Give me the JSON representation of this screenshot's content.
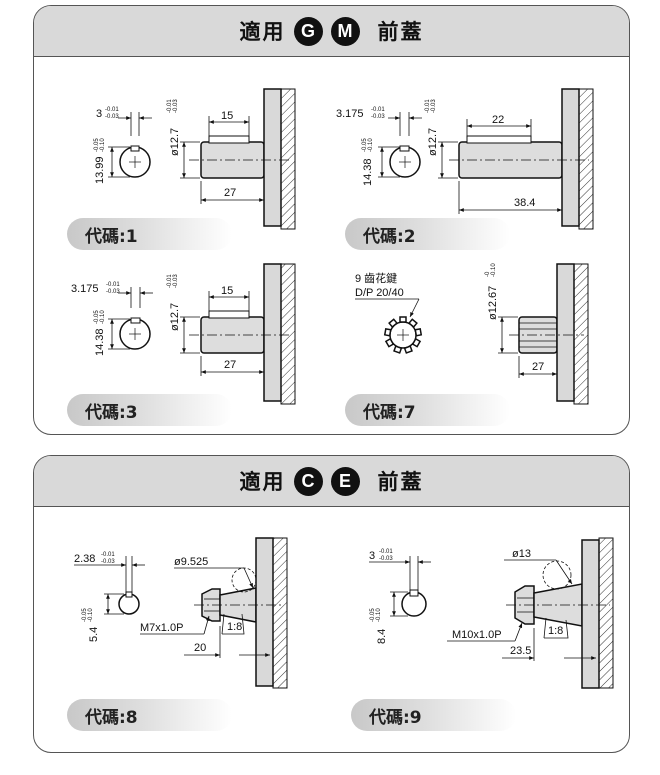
{
  "panels": [
    {
      "title_prefix": "適用",
      "badges": [
        "G",
        "M"
      ],
      "title_suffix": "前蓋",
      "items": [
        {
          "code": "代碼:1",
          "key": "3",
          "key_tol_top": "-0.01",
          "key_tol_bot": "-0.03",
          "depth": "13.99",
          "depth_tol_top": "-0.05",
          "depth_tol_bot": "-0.10",
          "shaft_dia": "ø12.7",
          "shaft_tol_top": "-0.01",
          "shaft_tol_bot": "-0.03",
          "key_len": "15",
          "shaft_len": "27"
        },
        {
          "code": "代碼:2",
          "key": "3.175",
          "key_tol_top": "-0.01",
          "key_tol_bot": "-0.03",
          "depth": "14.38",
          "depth_tol_top": "-0.05",
          "depth_tol_bot": "-0.10",
          "shaft_dia": "ø12.7",
          "shaft_tol_top": "-0.01",
          "shaft_tol_bot": "-0.03",
          "key_len": "22",
          "shaft_len": "38.4"
        },
        {
          "code": "代碼:3",
          "key": "3.175",
          "key_tol_top": "-0.01",
          "key_tol_bot": "-0.03",
          "depth": "14.38",
          "depth_tol_top": "-0.05",
          "depth_tol_bot": "-0.10",
          "shaft_dia": "ø12.7",
          "shaft_tol_top": "-0.01",
          "shaft_tol_bot": "-0.03",
          "key_len": "15",
          "shaft_len": "27"
        },
        {
          "code": "代碼:7",
          "spline_line1": "9 齒花鍵",
          "spline_line2": "D/P 20/40",
          "shaft_dia": "ø12.67",
          "shaft_tol_top": "-0",
          "shaft_tol_bot": "-0.10",
          "shaft_len": "27"
        }
      ]
    },
    {
      "title_prefix": "適用",
      "badges": [
        "C",
        "E"
      ],
      "title_suffix": "前蓋",
      "items": [
        {
          "code": "代碼:8",
          "key": "2.38",
          "key_tol_top": "-0.01",
          "key_tol_bot": "-0.03",
          "depth": "5.4",
          "depth_tol_top": "-0.05",
          "depth_tol_bot": "-0.10",
          "shaft_dia": "ø9.525",
          "thread": "M7x1.0P",
          "taper": "1:8",
          "shaft_len": "20"
        },
        {
          "code": "代碼:9",
          "key": "3",
          "key_tol_top": "-0.01",
          "key_tol_bot": "-0.03",
          "depth": "8.4",
          "depth_tol_top": "-0.05",
          "depth_tol_bot": "-0.10",
          "shaft_dia": "ø13",
          "thread": "M10x1.0P",
          "taper": "1:8",
          "shaft_len": "23.5"
        }
      ]
    }
  ]
}
